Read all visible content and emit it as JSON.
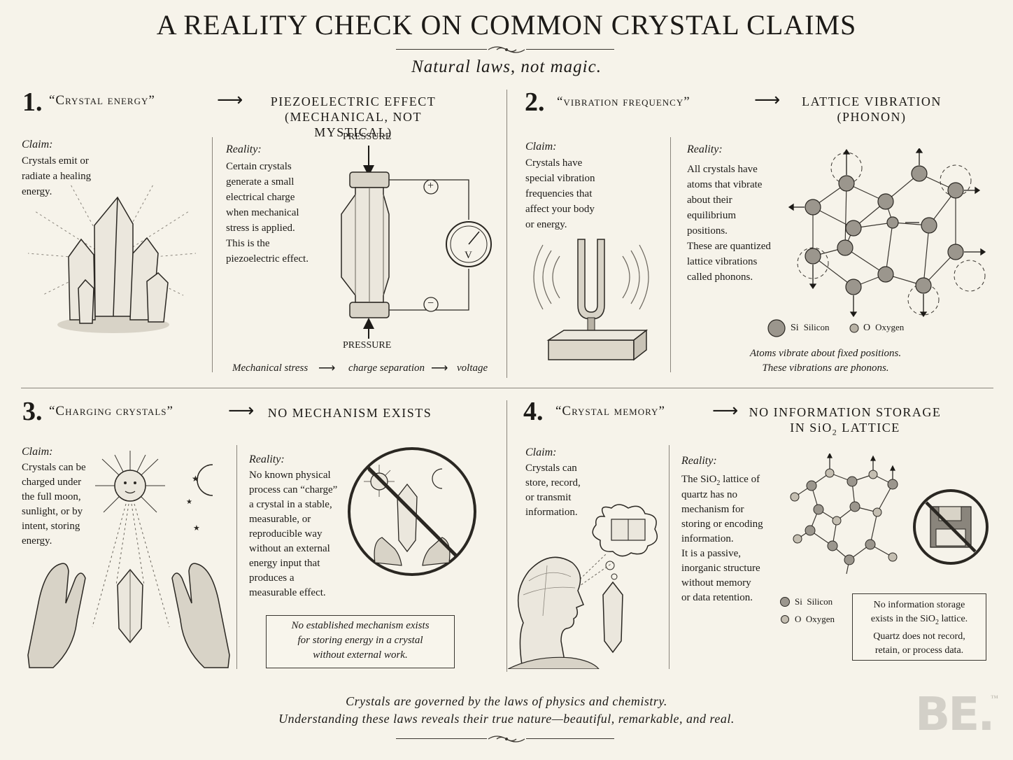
{
  "title": "A REALITY CHECK ON COMMON CRYSTAL CLAIMS",
  "subtitle": "Natural laws, not magic.",
  "claim_label": "Claim:",
  "reality_label": "Reality:",
  "sections": [
    {
      "number": "1.",
      "claim_title": "“Crystal energy”",
      "reality_title": "PIEZOELECTRIC EFFECT",
      "reality_subtitle": "(MECHANICAL, NOT MYSTICAL)",
      "claim_text": "Crystals emit or\nradiate a healing\nenergy.",
      "reality_text": "Certain crystals\ngenerate a small\nelectrical charge\nwhen mechanical\nstress is applied.\nThis is the\npiezoelectric effect.",
      "pressure_top": "PRESSURE",
      "pressure_bottom": "PRESSURE",
      "plus": "+",
      "minus": "−",
      "meter": "V",
      "flow": [
        "Mechanical stress",
        "charge separation",
        "voltage"
      ]
    },
    {
      "number": "2.",
      "claim_title": "“vibration frequency”",
      "reality_title": "LATTICE VIBRATION",
      "reality_subtitle": "(PHONON)",
      "claim_text": "Crystals have\nspecial vibration\nfrequencies that\naffect your body\nor energy.",
      "reality_text": "All crystals have\natoms that vibrate\nabout their\nequilibrium\npositions.\nThese are quantized\nlattice vibrations\ncalled phonons.",
      "legend": [
        {
          "symbol": "Si",
          "name": "Silicon"
        },
        {
          "symbol": "O",
          "name": "Oxygen"
        }
      ],
      "caption": "Atoms vibrate about fixed positions.\nThese vibrations are phonons."
    },
    {
      "number": "3.",
      "claim_title": "“Charging crystals”",
      "reality_title": "NO MECHANISM EXISTS",
      "claim_text": "Crystals can be\ncharged under\nthe full moon,\nsunlight, or by\nintent, storing\nenergy.",
      "reality_text": "No known physical\nprocess can “charge”\na crystal in a stable,\nmeasurable, or\nreproducible way\nwithout an external\nenergy input that\nproduces a\nmeasurable effect.",
      "box_text": "No established mechanism exists\nfor storing energy in a crystal\nwithout external work."
    },
    {
      "number": "4.",
      "claim_title": "“Crystal memory”",
      "reality_title": "NO INFORMATION STORAGE",
      "reality_subtitle_pre": "IN SiO",
      "reality_subtitle_sub": "2",
      "reality_subtitle_post": " LATTICE",
      "claim_text": "Crystals can\nstore, record,\nor transmit\ninformation.",
      "reality_text_1_pre": "The SiO",
      "reality_text_1_sub": "2",
      "reality_text_1_post": " lattice of",
      "reality_text_2": "quartz has no\nmechanism for\nstoring or encoding\ninformation.\nIt is a passive,\ninorganic structure\nwithout memory\nor data retention.",
      "legend": [
        {
          "symbol": "Si",
          "name": "Silicon"
        },
        {
          "symbol": "O",
          "name": "Oxygen"
        }
      ],
      "box_line1": "No information storage",
      "box_line2_pre": "exists in the SiO",
      "box_line2_sub": "2",
      "box_line2_post": " lattice.",
      "box_line3": "Quartz does not record,\nretain, or process data."
    }
  ],
  "footer": [
    "Crystals are governed by the laws of physics and chemistry.",
    "Understanding these laws reveals their true nature—beautiful, remarkable, and real."
  ],
  "logo": "BE.",
  "logo_tm": "™",
  "arrow": "⟶",
  "colors": {
    "ink": "#1c1a17",
    "paper": "#f6f3ea",
    "rule": "#3a3630",
    "logo": "#d3d0c8"
  }
}
